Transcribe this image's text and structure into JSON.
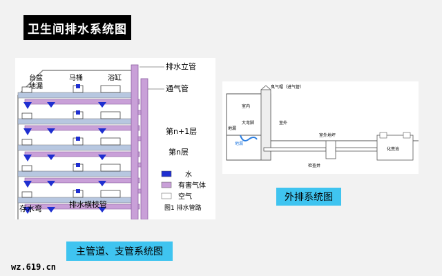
{
  "page_title": "卫生间排水系统图",
  "left_diagram": {
    "labels": {
      "basin_drain": "台盆\n地漏",
      "toilet": "马桶",
      "bathtub": "浴缸",
      "stack": "排水立管",
      "vent": "通气管",
      "floor_n1": "第n+1层",
      "floor_n": "第n层",
      "trap": "存水弯",
      "branch": "排水横枝管",
      "fig_caption": "图1  排水管路"
    },
    "legend": [
      {
        "label": "水",
        "color": "#1f2fd0"
      },
      {
        "label": "有害气体",
        "color": "#c9a0d8"
      },
      {
        "label": "空气",
        "color": "#ffffff"
      }
    ]
  },
  "right_diagram": {
    "labels": {
      "vent_cap": "臭气帽（进气管）",
      "indoor": "室内",
      "outdoor": "室外",
      "floor_drain": "地漏",
      "big_trap": "大弯脚",
      "blue_tag": "地漏",
      "outdoor_ground": "室外地坪",
      "inspection_well": "检查井",
      "septic_tank": "化粪池"
    }
  },
  "captions": {
    "right": "外排系统图",
    "left": "主管道、支管系统图"
  },
  "watermark": "wz.619.cn"
}
